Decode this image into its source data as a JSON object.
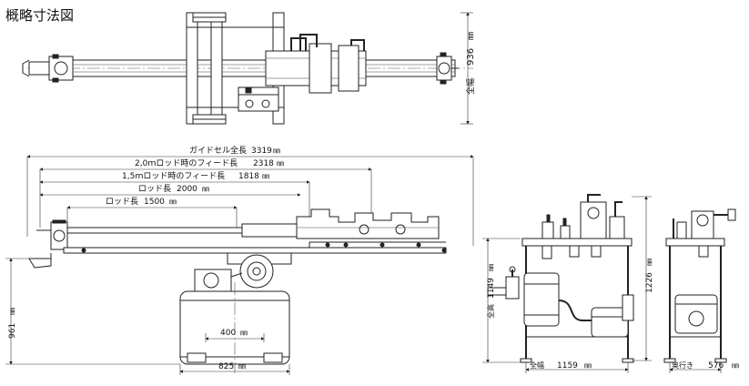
{
  "title": "概略寸法図",
  "unit_mm": "㎜",
  "top_view": {
    "width_label": "全幅",
    "width_value": "936"
  },
  "side_view": {
    "dims": [
      {
        "label": "ガイドセル全長",
        "value": "3319"
      },
      {
        "label": "2,0ｍロッド時のフィード長",
        "value": "2318"
      },
      {
        "label": "1,5ｍロッド時のフィード長",
        "value": "1818"
      },
      {
        "label": "ロッド長",
        "value": "2000"
      },
      {
        "label": "ロッド長",
        "value": "1500"
      }
    ],
    "base_inner": "400",
    "base_outer": "825",
    "height_total": "961"
  },
  "front_view": {
    "height_label": "全高",
    "height_value": "1149",
    "height2_value": "1226",
    "width_label": "全幅",
    "width_value": "1159"
  },
  "end_view": {
    "depth_label": "奥行き",
    "depth_value": "576"
  }
}
